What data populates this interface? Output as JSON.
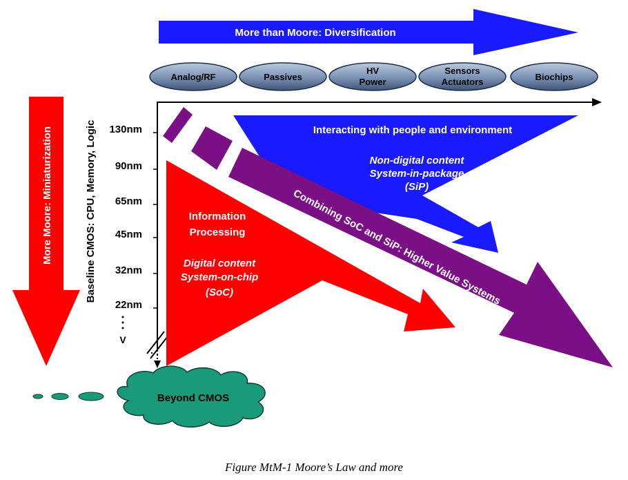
{
  "top_arrow": {
    "label": "More than Moore:  Diversification",
    "color": "#1a1aff"
  },
  "pills": [
    {
      "label_lines": [
        "Analog/RF"
      ]
    },
    {
      "label_lines": [
        "Passives"
      ]
    },
    {
      "label_lines": [
        "HV",
        "Power"
      ]
    },
    {
      "label_lines": [
        "Sensors",
        "Actuators"
      ]
    },
    {
      "label_lines": [
        "Biochips"
      ]
    }
  ],
  "left_arrow": {
    "label": "More Moore:  Miniaturization",
    "color": "#ff0000"
  },
  "vertical_axis": {
    "label": "Baseline CMOS:  CPU, Memory, Logic",
    "ticks": [
      "130nm",
      "90nm",
      "65nm",
      "45nm",
      "32nm",
      "22nm"
    ],
    "continuation": "V"
  },
  "blue_region": {
    "title": "Interacting with people and environment",
    "lines": [
      "Non-digital content",
      "System-in-package",
      "(SiP)"
    ],
    "color": "#1a1aff"
  },
  "red_region": {
    "title_lines": [
      "Information",
      "Processing"
    ],
    "lines": [
      "Digital content",
      "System-on-chip",
      "(SoC)"
    ],
    "color": "#ff0000"
  },
  "purple_region": {
    "label": "Combining SoC and SiP:  Higher Value Systems",
    "color": "#7b0f86"
  },
  "cloud": {
    "label": "Beyond CMOS",
    "color": "#1a9a7a"
  },
  "caption": "Figure MtM-1   Moore’s Law and more"
}
